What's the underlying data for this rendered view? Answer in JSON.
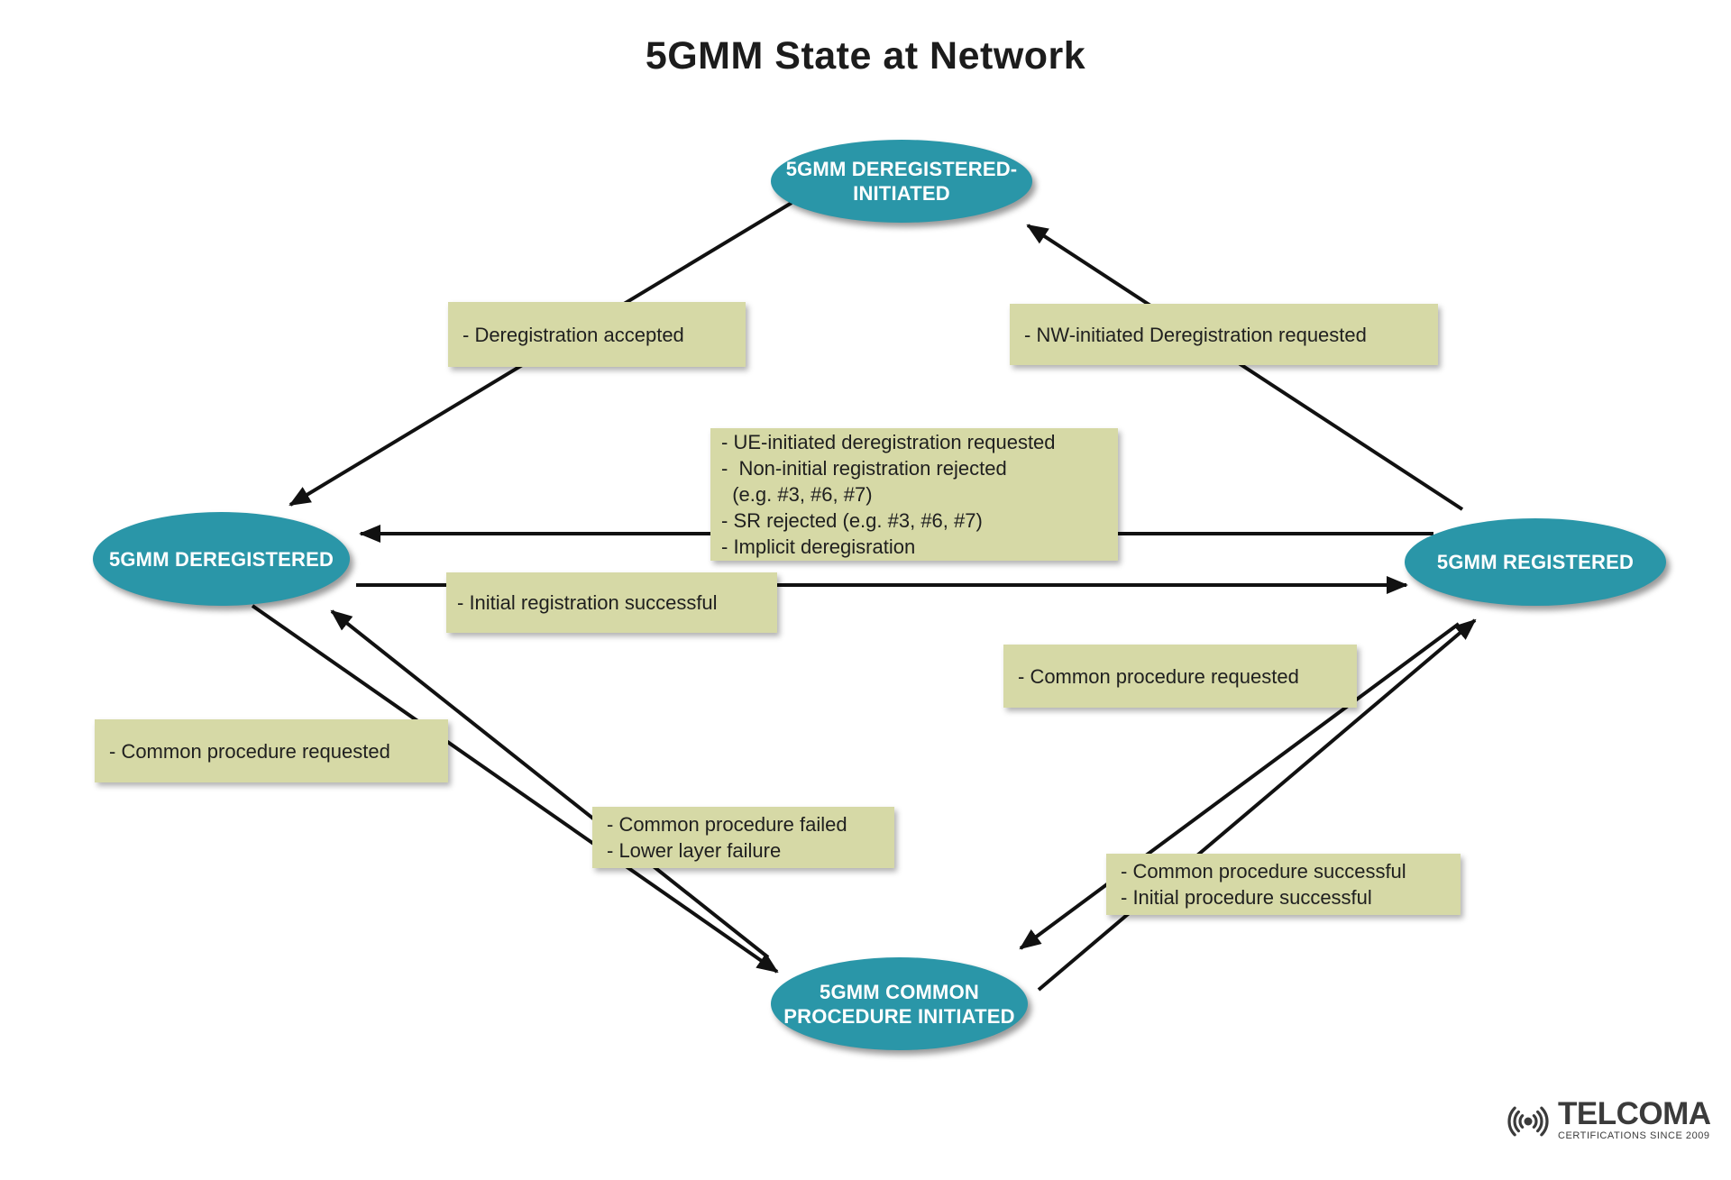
{
  "title": "5GMM State at Network",
  "states": {
    "deregistered_initiated": {
      "line1": "5GMM DEREGISTERED-",
      "line2": "INITIATED"
    },
    "deregistered": {
      "line1": "5GMM DEREGISTERED"
    },
    "registered": {
      "line1": "5GMM REGISTERED"
    },
    "common_procedure_initiated": {
      "line1": "5GMM COMMON",
      "line2": "PROCEDURE INITIATED"
    }
  },
  "transitions": {
    "deregistration_accepted": {
      "line1": "- Deregistration accepted"
    },
    "nw_initiated_deregistration": {
      "line1": "- NW-initiated Deregistration requested"
    },
    "ue_initiated_group": {
      "line1": "- UE-initiated deregistration requested",
      "line2": "-  Non-initial registration rejected",
      "line3": "  (e.g. #3, #6, #7)",
      "line4": "- SR rejected (e.g. #3, #6, #7)",
      "line5": "- Implicit deregisration"
    },
    "initial_registration_successful": {
      "line1": "- Initial registration successful"
    },
    "common_procedure_requested_right": {
      "line1": "- Common procedure requested"
    },
    "common_procedure_requested_left": {
      "line1": "- Common procedure requested"
    },
    "common_procedure_failed": {
      "line1": "- Common procedure failed",
      "line2": "- Lower layer failure"
    },
    "common_procedure_successful": {
      "line1": "- Common procedure successful",
      "line2": "- Initial procedure successful"
    }
  },
  "logo": {
    "brand": "TELCOMA",
    "tagline": "CERTIFICATIONS SINCE 2009"
  },
  "colors": {
    "state_fill": "#2a96a8",
    "state_text": "#ffffff",
    "label_fill": "#d6d9a6",
    "label_text": "#1f1f1f",
    "arrow": "#111111",
    "title_text": "#1c1c1c",
    "logo": "#3b3b3b"
  }
}
